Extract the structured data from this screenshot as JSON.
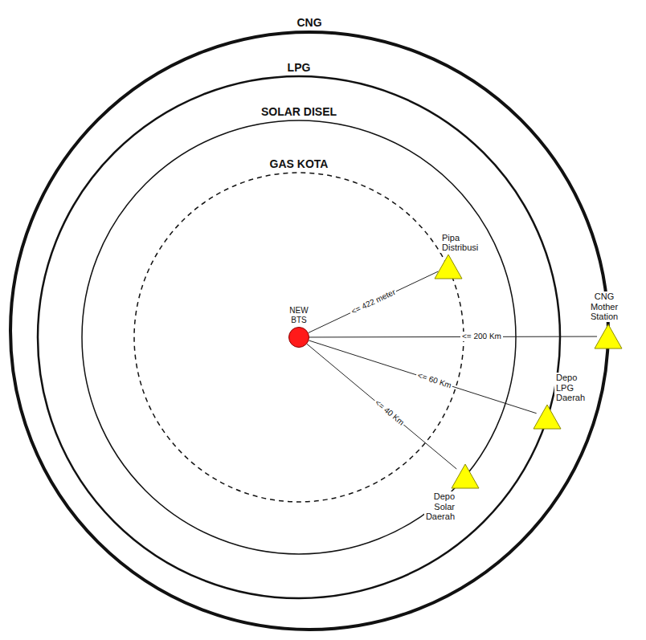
{
  "diagram": {
    "nodes": [
      {
        "text": [
          "CNG"
        ]
      },
      {
        "text": [
          "LPG"
        ],
        "in": 0
      },
      {
        "text": [
          "SOLAR DISEL"
        ],
        "in": 1
      },
      {
        "text": [
          "GAS KOTA"
        ],
        "in": 2
      },
      {
        "text": [
          "NEW BTS"
        ],
        "in": 3
      },
      {
        "text": [
          "Pipa Distribusi"
        ],
        "in": 2
      },
      {
        "text": [
          "CNG Mother Station"
        ]
      },
      {
        "text": [
          "Depo LPG Daerah"
        ],
        "in": 0
      },
      {
        "text": [
          "Depo Solar Daerah"
        ],
        "in": 1
      }
    ],
    "edges": [
      {
        "from": 4,
        "to": 5,
        "arrow": "none",
        "label": "<= 422 meter"
      },
      {
        "from": 4,
        "to": 6,
        "arrow": "none",
        "label": "<= 200 Km"
      },
      {
        "from": 4,
        "to": 7,
        "arrow": "none",
        "label": "<= 60 Km"
      },
      {
        "from": 4,
        "to": 8,
        "arrow": "none",
        "label": "<= 40 Km"
      }
    ]
  }
}
